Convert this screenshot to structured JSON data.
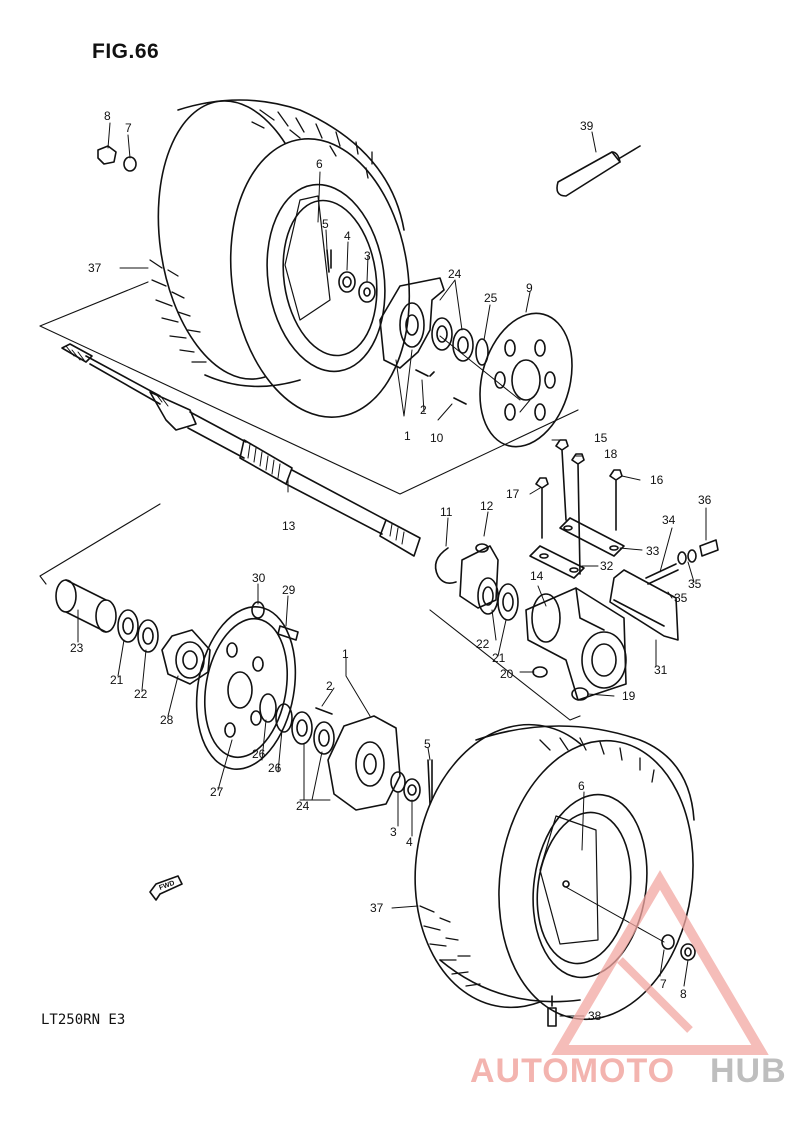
{
  "figure": {
    "title": "FIG.66",
    "model": "LT250RN  E3",
    "fwd_label": "FWD"
  },
  "callouts": {
    "c1a": "1",
    "c2a": "2",
    "c3a": "3",
    "c4a": "4",
    "c5a": "5",
    "c6a": "6",
    "c7a": "7",
    "c8a": "8",
    "c9": "9",
    "c10": "10",
    "c11": "11",
    "c12": "12",
    "c13": "13",
    "c14": "14",
    "c15": "15",
    "c16": "16",
    "c17": "17",
    "c18": "18",
    "c19": "19",
    "c20": "20",
    "c21a": "21",
    "c21b": "21",
    "c22a": "22",
    "c22b": "22",
    "c23": "23",
    "c24a": "24",
    "c24b": "24",
    "c25": "25",
    "c26a": "26",
    "c26b": "26",
    "c27": "27",
    "c28": "28",
    "c29": "29",
    "c30": "30",
    "c31": "31",
    "c32": "32",
    "c33": "33",
    "c34": "34",
    "c35a": "35",
    "c35b": "35",
    "c36": "36",
    "c37a": "37",
    "c37b": "37",
    "c38": "38",
    "c39": "39",
    "c1b": "1",
    "c2b": "2",
    "c3b": "3",
    "c4b": "4",
    "c5b": "5",
    "c6b": "6",
    "c7b": "7",
    "c8b": "8"
  },
  "watermark": {
    "part1": "AUTOMOTO",
    "part2": "HUB",
    "color1": "#f2a7a2",
    "color2": "#b8b8b8"
  }
}
